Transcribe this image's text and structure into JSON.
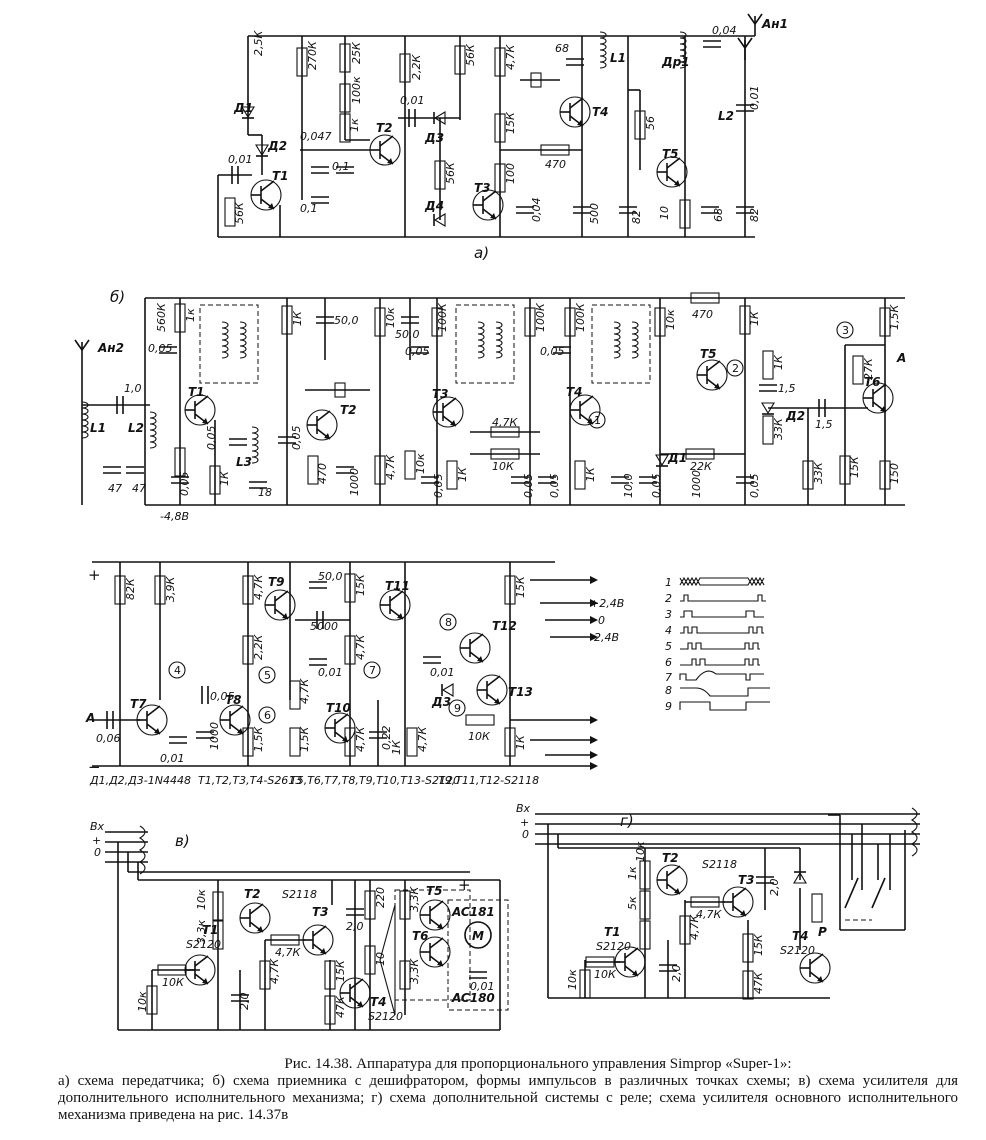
{
  "diagram_a": {
    "label": "а)",
    "antenna": "Ан1",
    "diodes": [
      "Д1",
      "Д2",
      "Д3",
      "Д4"
    ],
    "transistors": [
      "Т1",
      "Т2",
      "Т3",
      "Т4",
      "Т5"
    ],
    "inductors": [
      "L1",
      "L2",
      "Др1"
    ],
    "resistors": [
      "2,5К",
      "270К",
      "25К",
      "100к",
      "1к",
      "2,2К",
      "56К",
      "4,7К",
      "15К",
      "470",
      "100",
      "56",
      "10",
      "56К",
      "56К"
    ],
    "capacitors": [
      "0,01",
      "0,047",
      "0,1",
      "0,1",
      "0,01",
      "68",
      "0,04",
      "0,04",
      "500",
      "82",
      "68",
      "82",
      "0,01"
    ]
  },
  "diagram_b": {
    "label": "б)",
    "antenna": "Ан2",
    "supply": "-4,8В",
    "transistors": [
      "Т1",
      "Т2",
      "Т3",
      "Т4",
      "Т5",
      "Т6"
    ],
    "diodes": [
      "Д1",
      "Д2"
    ],
    "inductors": [
      "L1",
      "L2",
      "L3"
    ],
    "resistors": [
      "560К",
      "1к",
      "1К",
      "10к",
      "100К",
      "100К",
      "100К",
      "10к",
      "470",
      "1К",
      "1К",
      "27К",
      "1,5К",
      "4,7К",
      "10К",
      "22К",
      "33К",
      "33К",
      "15К",
      "150",
      "470",
      "4,7К",
      "10к",
      "1К",
      "1К",
      "1К"
    ],
    "capacitors": [
      "50,0",
      "50,0",
      "0,05",
      "0,05",
      "0,05",
      "0,05",
      "1,0",
      "47",
      "47",
      "0,05",
      "18",
      "0,05",
      "1000",
      "0,05",
      "0,05",
      "0,05",
      "10,0",
      "0,05",
      "1000",
      "0,05",
      "1,5",
      "1,5"
    ],
    "markers": [
      "1",
      "2",
      "3"
    ],
    "output": "А"
  },
  "diagram_decoder": {
    "transistors": [
      "Т7",
      "Т8",
      "Т9",
      "Т10",
      "Т11",
      "Т12",
      "Т13"
    ],
    "diode": "Д3",
    "resistors": [
      "82К",
      "3,9К",
      "4,7К",
      "2,2К",
      "4,7К",
      "4,7К",
      "1,5К",
      "1,5К",
      "15К",
      "4,7К",
      "4,7К",
      "15К",
      "1К",
      "1К",
      "10К"
    ],
    "capacitors": [
      "0,05",
      "50,0",
      "5000",
      "0,01",
      "0,06",
      "0,01",
      "1000",
      "0,22",
      "0,01"
    ],
    "markers": [
      "4",
      "5",
      "6",
      "7",
      "8",
      "9"
    ],
    "input": "А",
    "outputs": [
      "+2,4В",
      "0",
      "-2,4В"
    ],
    "plus": "+",
    "minus": "−",
    "legend": [
      "Д1,Д2,Д3-1N4448",
      "Т1,Т2,Т3,Т4-S2613",
      "Т5,Т6,Т7,Т8,Т9,Т10,Т13-S2120",
      "Т9,Т11,Т12-S2118"
    ]
  },
  "waveforms": {
    "labels": [
      "1",
      "2",
      "3",
      "4",
      "5",
      "6",
      "7",
      "8",
      "9"
    ]
  },
  "diagram_v": {
    "label": "в)",
    "input": [
      "Вх",
      "+",
      "0"
    ],
    "transistors": [
      "Т1",
      "Т2",
      "Т3",
      "Т4",
      "Т5",
      "Т6"
    ],
    "types": [
      "S2120",
      "S2118",
      "S2120",
      "AC181",
      "AC180"
    ],
    "motor": "М",
    "resistors": [
      "10к",
      "3,3к",
      "10К",
      "10к",
      "4,7К",
      "4,7К",
      "15К",
      "47К",
      "10",
      "3,3К",
      "3,3К",
      "220"
    ],
    "capacitors": [
      "2,0",
      "2,0",
      "0,01"
    ],
    "plus": "+"
  },
  "diagram_g": {
    "label": "г)",
    "input": [
      "Вх",
      "+",
      "0"
    ],
    "transistors": [
      "Т1",
      "Т2",
      "Т3",
      "Т4"
    ],
    "types": [
      "S2120",
      "S2118",
      "S2120"
    ],
    "relay": "Р",
    "resistors": [
      "10к",
      "1к",
      "5к",
      "10К",
      "10к",
      "4,7К",
      "4,7К",
      "15К",
      "47К"
    ],
    "capacitors": [
      "2,0",
      "2,0"
    ]
  },
  "caption": {
    "title": "Рис. 14.38. Аппаратура для пропорционального управления Simprop «Super-1»:",
    "body": "а) схема передатчика; б) схема приемника с дешифратором, формы импульсов в различных точках схемы; в) схема усилителя для дополнительного исполнительного механизма; г) схема дополнительной системы с реле; схема усилителя основного исполнительного механизма приведена на рис. 14.37в"
  }
}
